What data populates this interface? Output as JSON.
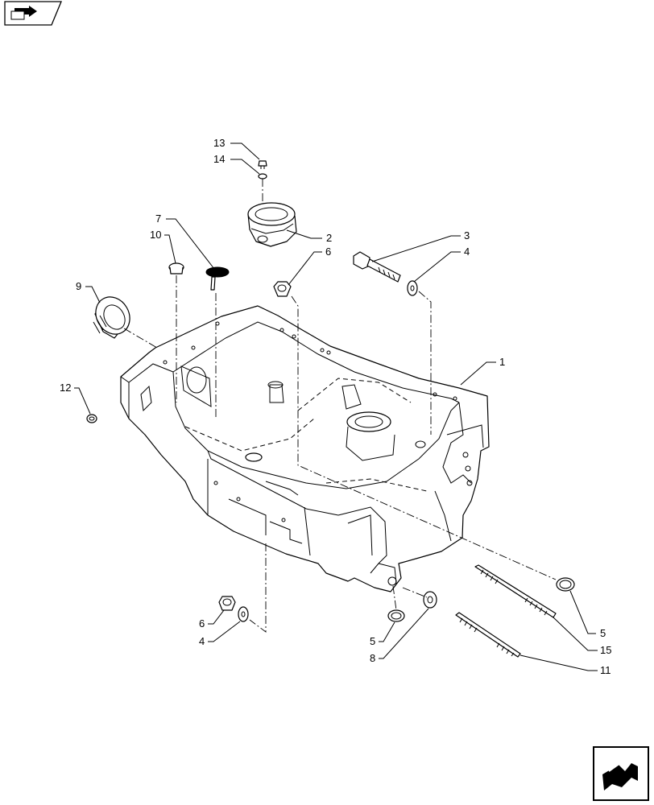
{
  "callouts": [
    {
      "id": "c13",
      "label": "13"
    },
    {
      "id": "c14",
      "label": "14"
    },
    {
      "id": "c2",
      "label": "2"
    },
    {
      "id": "c7",
      "label": "7"
    },
    {
      "id": "c10",
      "label": "10"
    },
    {
      "id": "c3",
      "label": "3"
    },
    {
      "id": "c4a",
      "label": "4"
    },
    {
      "id": "c6a",
      "label": "6"
    },
    {
      "id": "c9",
      "label": "9"
    },
    {
      "id": "c1",
      "label": "1"
    },
    {
      "id": "c12",
      "label": "12"
    },
    {
      "id": "c5a",
      "label": "5"
    },
    {
      "id": "c15",
      "label": "15"
    },
    {
      "id": "c11",
      "label": "11"
    },
    {
      "id": "c6b",
      "label": "6"
    },
    {
      "id": "c4b",
      "label": "4"
    },
    {
      "id": "c5b",
      "label": "5"
    },
    {
      "id": "c8",
      "label": "8"
    }
  ],
  "icons": {
    "top_left": "folder-arrow-icon",
    "bottom_right": "next-page-arrow-icon"
  }
}
